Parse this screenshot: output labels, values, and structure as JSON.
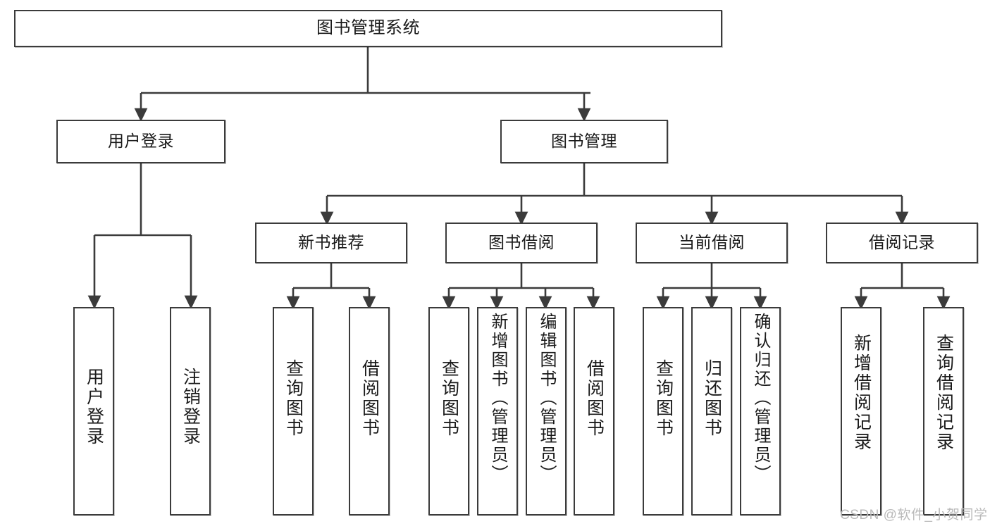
{
  "diagram": {
    "title_node": {
      "label": "图书管理系统"
    },
    "level2": [
      {
        "label": "用户登录"
      },
      {
        "label": "图书管理"
      }
    ],
    "level3": [
      {
        "label": "新书推荐"
      },
      {
        "label": "图书借阅"
      },
      {
        "label": "当前借阅"
      },
      {
        "label": "借阅记录"
      }
    ],
    "leaves": {
      "user_login": [
        {
          "label": "用户登录"
        },
        {
          "label": "注销登录"
        }
      ],
      "new_book": [
        {
          "label": "查询图书"
        },
        {
          "label": "借阅图书"
        }
      ],
      "book_borrow": [
        {
          "label": "查询图书"
        },
        {
          "label": "新增图书（管理员）"
        },
        {
          "label": "编辑图书（管理员）"
        },
        {
          "label": "借阅图书"
        }
      ],
      "current_borrow": [
        {
          "label": "查询图书"
        },
        {
          "label": "归还图书"
        },
        {
          "label": "确认归还（管理员）"
        }
      ],
      "borrow_record": [
        {
          "label": "新增借阅记录"
        },
        {
          "label": "查询借阅记录"
        }
      ]
    }
  },
  "watermark": {
    "text": "CSDN @软件_小贺同学"
  },
  "colors": {
    "stroke": "#3b3b3b",
    "background": "#ffffff",
    "text": "#1a1a1a",
    "watermark": "#b9b9b9"
  }
}
